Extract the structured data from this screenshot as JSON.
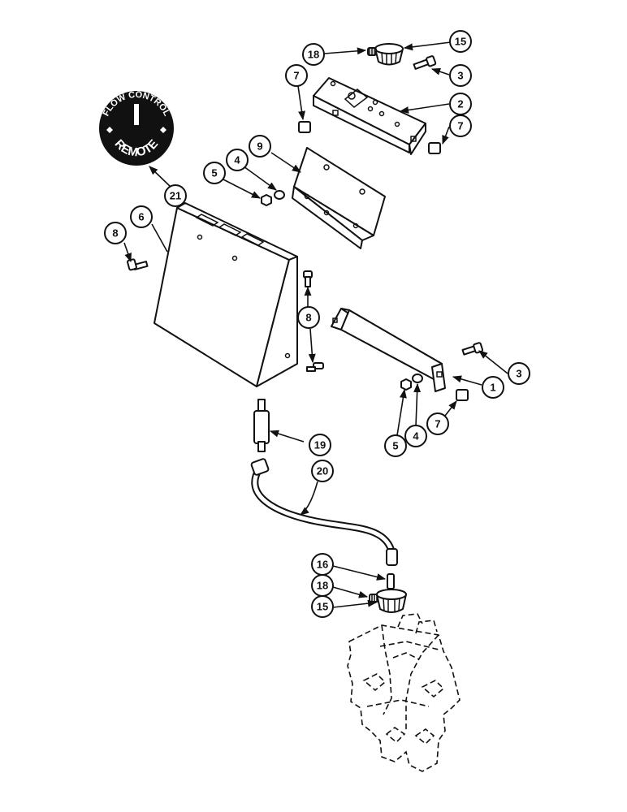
{
  "decal": {
    "top_text": "FLOW CONTROL",
    "bottom_text": "REMOTE"
  },
  "callouts": [
    {
      "id": "c18a",
      "label": "18"
    },
    {
      "id": "c15a",
      "label": "15"
    },
    {
      "id": "c3a",
      "label": "3"
    },
    {
      "id": "c7a",
      "label": "7"
    },
    {
      "id": "c2",
      "label": "2"
    },
    {
      "id": "c7b",
      "label": "7"
    },
    {
      "id": "c9",
      "label": "9"
    },
    {
      "id": "c4a",
      "label": "4"
    },
    {
      "id": "c5a",
      "label": "5"
    },
    {
      "id": "c21",
      "label": "21"
    },
    {
      "id": "c6",
      "label": "6"
    },
    {
      "id": "c8a",
      "label": "8"
    },
    {
      "id": "c8b",
      "label": "8"
    },
    {
      "id": "c3b",
      "label": "3"
    },
    {
      "id": "c1",
      "label": "1"
    },
    {
      "id": "c7c",
      "label": "7"
    },
    {
      "id": "c4b",
      "label": "4"
    },
    {
      "id": "c5b",
      "label": "5"
    },
    {
      "id": "c19",
      "label": "19"
    },
    {
      "id": "c20",
      "label": "20"
    },
    {
      "id": "c16",
      "label": "16"
    },
    {
      "id": "c18b",
      "label": "18"
    },
    {
      "id": "c15b",
      "label": "15"
    }
  ],
  "colors": {
    "line": "#111111",
    "decal": "#111111",
    "background": "#ffffff"
  }
}
